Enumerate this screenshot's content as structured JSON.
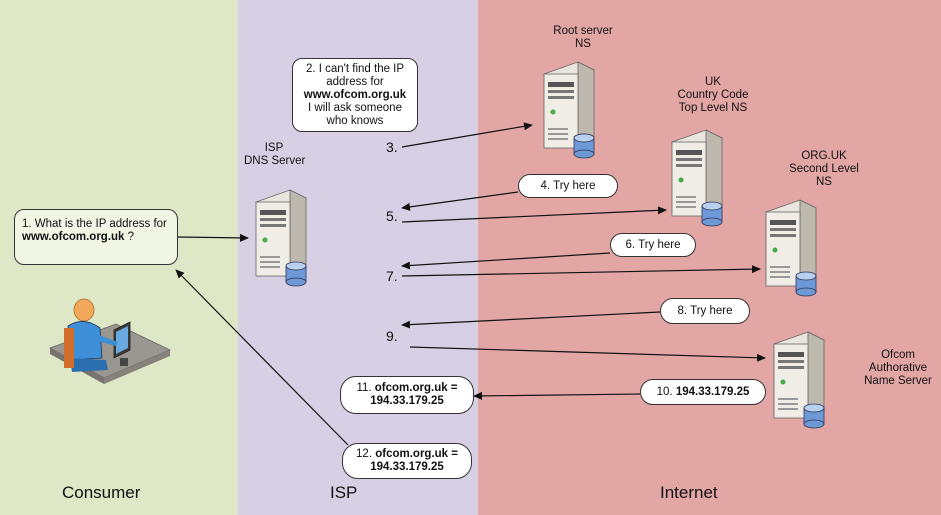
{
  "zones": {
    "consumer": "Consumer",
    "isp": "ISP",
    "internet": "Internet"
  },
  "servers": {
    "root": {
      "line1": "Root server",
      "line2": "NS"
    },
    "uk": {
      "line1": "UK",
      "line2": "Country Code",
      "line3": "Top Level NS"
    },
    "orguk": {
      "line1": "ORG.UK",
      "line2": "Second Level",
      "line3": "NS"
    },
    "isp": {
      "line1": "ISP",
      "line2": "DNS Server"
    },
    "ofcom": {
      "line1": "Ofcom",
      "line2": "Authorative",
      "line3": "Name Server"
    }
  },
  "steps": {
    "s1": {
      "prefix": "1. What is the IP address for",
      "domain": "www.ofcom.org.uk",
      "suffix": " ?"
    },
    "s2": {
      "line1": "2. I can't find the IP",
      "line2": "address  for",
      "domain": "www.ofcom.org.uk",
      "line3": "I will ask someone",
      "line4": "who knows"
    },
    "n3": "3.",
    "s4": "4. Try here",
    "n5": "5.",
    "s6": "6. Try here",
    "n7": "7.",
    "s8": "8. Try here",
    "n9": "9.",
    "s10": {
      "prefix": "10. ",
      "ip": "194.33.179.25"
    },
    "s11": {
      "prefix": "11. ",
      "line1": "ofcom.org.uk =",
      "line2": "194.33.179.25"
    },
    "s12": {
      "prefix": "12. ",
      "line1": "ofcom.org.uk =",
      "line2": "194.33.179.25"
    }
  }
}
